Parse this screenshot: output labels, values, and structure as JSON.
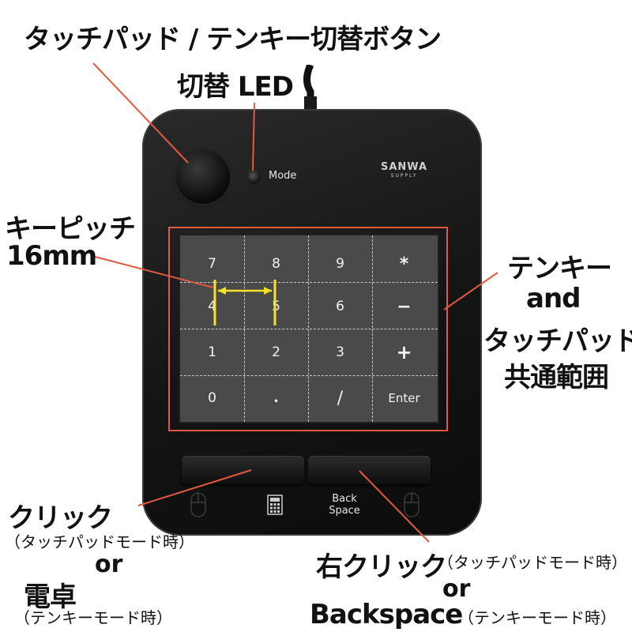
{
  "labels": {
    "switch_button": "タッチパッド / テンキー切替ボタン",
    "switch_led": "切替 LED",
    "key_pitch_1": "キーピッチ",
    "key_pitch_2": "16mm",
    "area_1": "テンキー",
    "area_2": "and",
    "area_3": "タッチパッド",
    "area_4": "共通範囲",
    "click": "クリック",
    "click_mode": "（タッチパッドモード時）",
    "or_1": "or",
    "calc": "電卓",
    "calc_mode": "（テンキーモード時）",
    "right_click": "右クリック",
    "right_click_mode": "（タッチパッドモード時）",
    "or_2": "or",
    "backspace": "Backspace",
    "backspace_mode": "（テンキーモード時）"
  },
  "device": {
    "mode_label": "Mode",
    "logo_main": "SANWA",
    "logo_sub": "SUPPLY",
    "back_label_1": "Back",
    "back_label_2": "Space",
    "keys": [
      [
        "7",
        "8",
        "9",
        "*"
      ],
      [
        "4",
        "5",
        "6",
        "−"
      ],
      [
        "1",
        "2",
        "3",
        "+"
      ],
      [
        "0",
        "・",
        "/",
        "Enter"
      ]
    ]
  },
  "colors": {
    "pointer": "#e05a40",
    "pitch_marker": "#f5e02a"
  }
}
